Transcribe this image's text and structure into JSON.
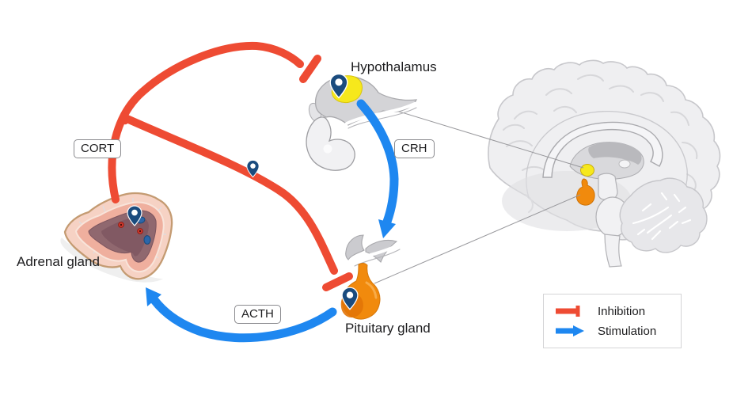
{
  "diagram": {
    "nodes": {
      "hypothalamus": {
        "label": "Hypothalamus"
      },
      "pituitary": {
        "label": "Pituitary gland"
      },
      "adrenal": {
        "label": "Adrenal gland"
      }
    },
    "hormones": {
      "cort": {
        "label": "CORT"
      },
      "crh": {
        "label": "CRH"
      },
      "acth": {
        "label": "ACTH"
      }
    },
    "relationships": [
      {
        "from": "Adrenal gland",
        "to": "Hypothalamus",
        "hormone": "CORT",
        "type": "inhibition"
      },
      {
        "from": "Adrenal gland",
        "to": "Pituitary gland",
        "hormone": "CORT",
        "type": "inhibition"
      },
      {
        "from": "Hypothalamus",
        "to": "Pituitary gland",
        "hormone": "CRH",
        "type": "stimulation"
      },
      {
        "from": "Pituitary gland",
        "to": "Adrenal gland",
        "hormone": "ACTH",
        "type": "stimulation"
      }
    ]
  },
  "legend": {
    "items": [
      {
        "label": "Inhibition",
        "style": "red-tbar"
      },
      {
        "label": "Stimulation",
        "style": "blue-arrow"
      }
    ]
  },
  "colors": {
    "inhibition_red": "#EE4B33",
    "stimulation_blue": "#1E87F0",
    "pin_navy": "#1A4B7E",
    "hypothalamus_yellow": "#F6E81C",
    "pituitary_orange": "#F18A0D"
  },
  "icons": {
    "location_pin": "location-pin-icon"
  }
}
